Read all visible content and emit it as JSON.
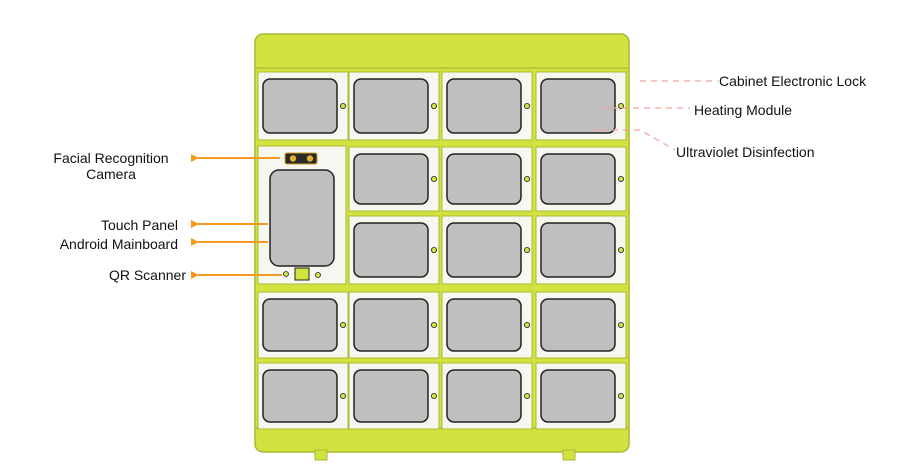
{
  "colors": {
    "cabinet": "#d2e23f",
    "cabinet_stroke": "#a9b832",
    "door": "#bfbfbf",
    "door_stroke": "#222222",
    "cell": "#f7f7f2",
    "arrow": "#f39a1e",
    "dashed": "#f4a0a0"
  },
  "labels": {
    "facial_line1": "Facial Recognition",
    "facial_line2": "Camera",
    "touch_panel": "Touch Panel",
    "android": "Android Mainboard",
    "qr": "QR Scanner",
    "lock": "Cabinet Electronic Lock",
    "heating": "Heating Module",
    "uv": "Ultraviolet Disinfection"
  }
}
